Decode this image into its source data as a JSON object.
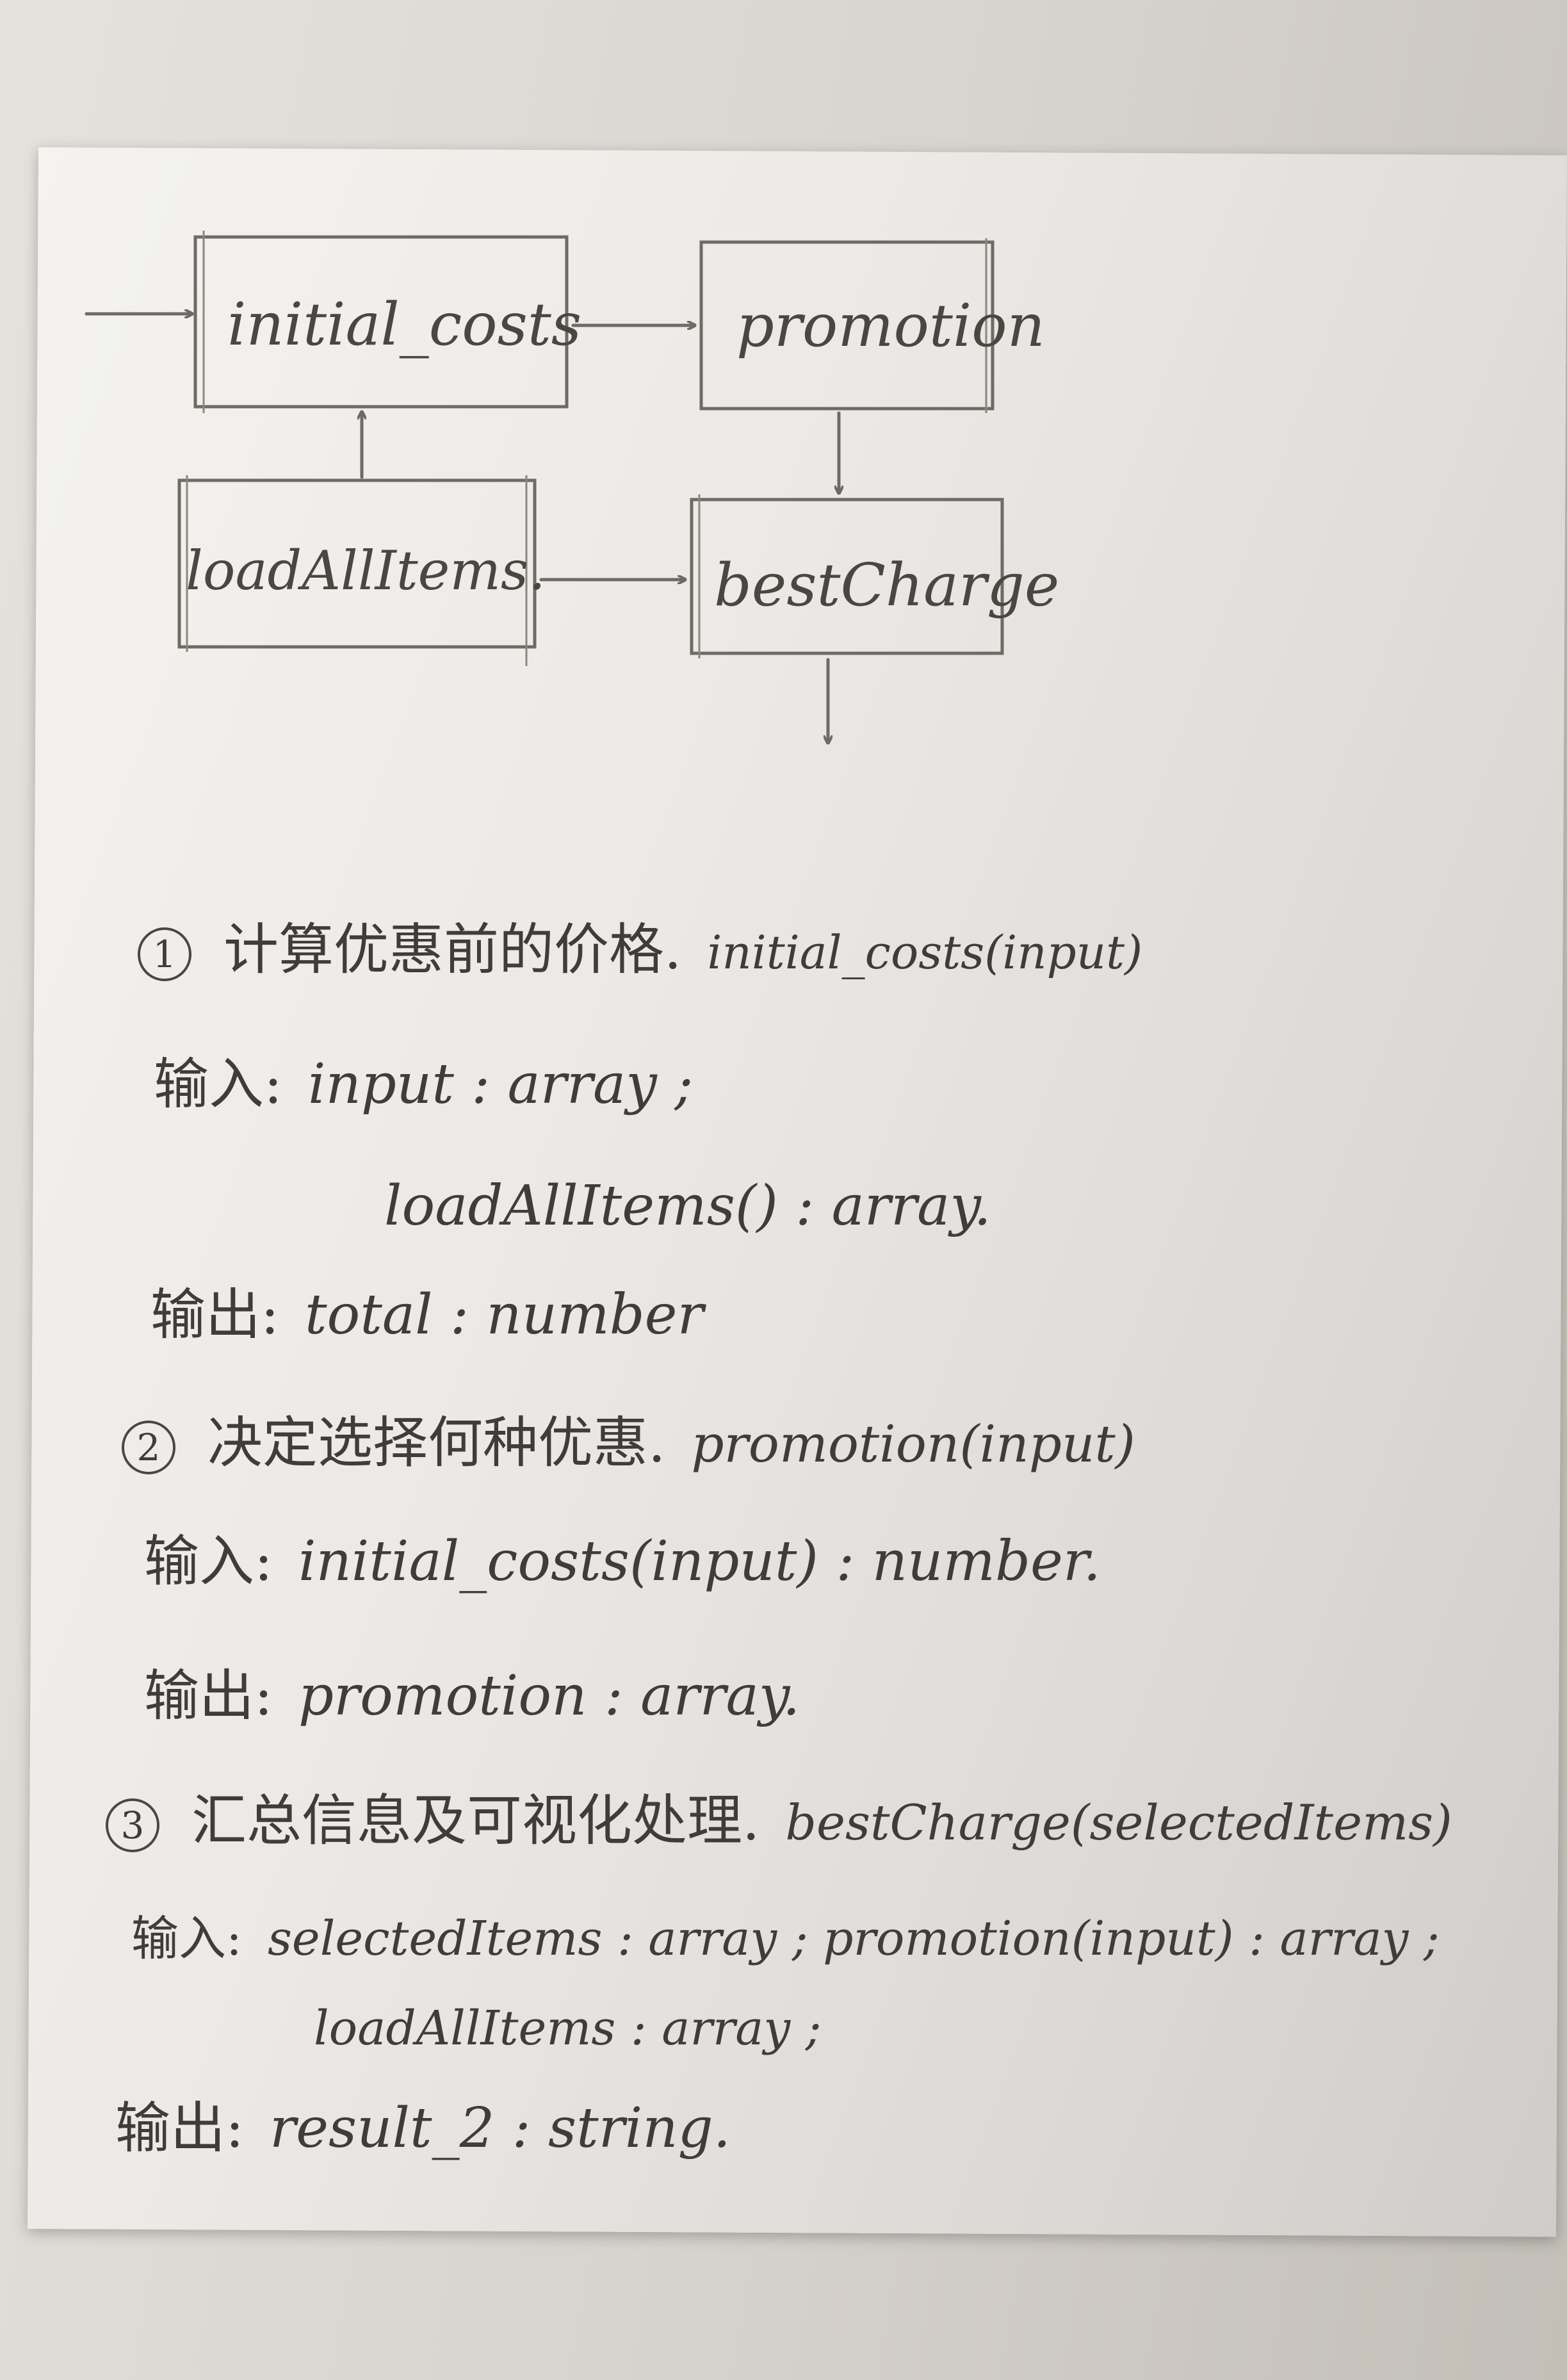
{
  "diagram": {
    "nodes": {
      "initial_costs": "initial_costs",
      "promotion": "promotion",
      "loadAllItems": "loadAllItems.",
      "bestCharge": "bestCharge"
    }
  },
  "steps": [
    {
      "num": "1",
      "title": "计算优惠前的价格.",
      "func": "initial_costs(input)",
      "rows": [
        {
          "label": "输入:",
          "text": "input : array ;"
        },
        {
          "label": "",
          "text": "loadAllItems() : array."
        },
        {
          "label": "输出:",
          "text": "total : number"
        }
      ]
    },
    {
      "num": "2",
      "title": "决定选择何种优惠.",
      "func": "promotion(input)",
      "rows": [
        {
          "label": "输入:",
          "text": "initial_costs(input) : number."
        },
        {
          "label": "输出:",
          "text": "promotion : array."
        }
      ]
    },
    {
      "num": "3",
      "title": "汇总信息及可视化处理.",
      "func": "bestCharge(selectedItems)",
      "rows": [
        {
          "label": "输入:",
          "text": "selectedItems : array ;  promotion(input) : array ;"
        },
        {
          "label": "",
          "text": "loadAllItems : array ;"
        },
        {
          "label": "输出:",
          "text": "result_2 : string."
        }
      ]
    }
  ]
}
